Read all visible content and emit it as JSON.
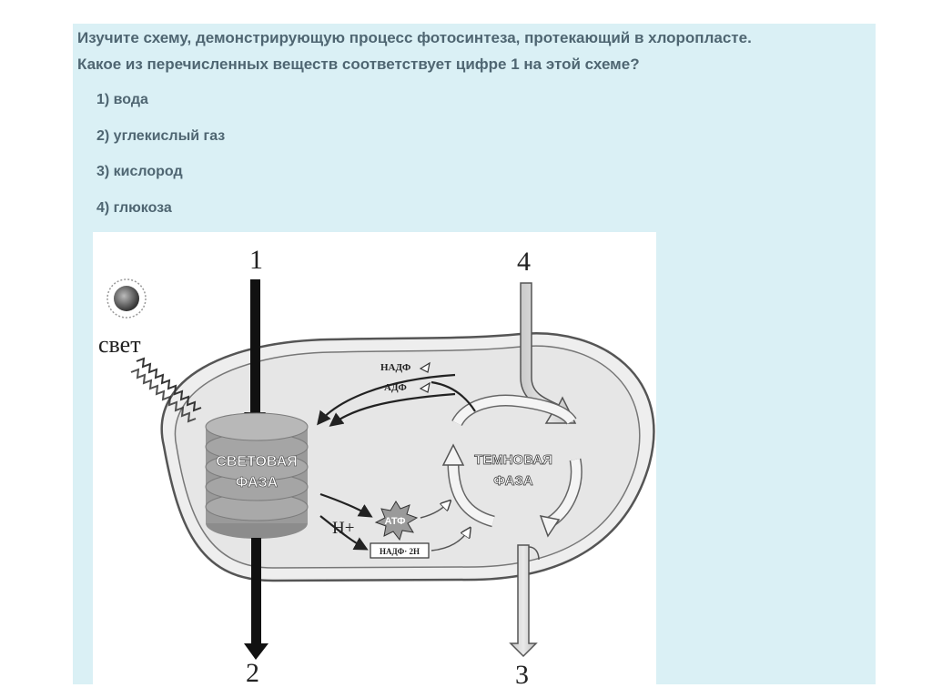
{
  "question": {
    "line1": "Изучите схему, демонстрирующую процесс фотосинтеза, протекающий в хлоропласте.",
    "line2": "Какое из перечисленных веществ соответствует  цифре 1 на этой схеме?"
  },
  "options": [
    {
      "label": "1) вода"
    },
    {
      "label": "2) углекислый газ"
    },
    {
      "label": "3) кислород"
    },
    {
      "label": "4) глюкоза"
    }
  ],
  "diagram": {
    "num1": "1",
    "num2": "2",
    "num3": "3",
    "num4": "4",
    "light_label": "свет",
    "light_phase": [
      "СВЕТОВАЯ",
      "ФАЗА"
    ],
    "dark_phase": [
      "ТЕМНОВАЯ",
      "ФАЗА"
    ],
    "nadp": "НАДФ",
    "adp": "АДФ",
    "h_plus": "Н+",
    "atp": "АТФ",
    "nadph": "НАДФ· 2Н"
  },
  "colors": {
    "slide_bg": "#daf0f5",
    "text": "#4f6672"
  }
}
